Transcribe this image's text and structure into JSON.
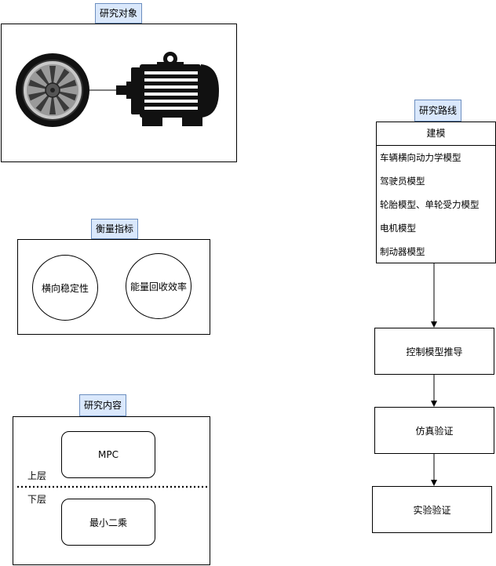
{
  "research_object": {
    "title": "研究对象"
  },
  "metrics": {
    "title": "衡量指标",
    "items": [
      "横向稳定性",
      "能量回收效率"
    ]
  },
  "research_content": {
    "title": "研究内容",
    "upper_label": "上层",
    "lower_label": "下层",
    "upper_method": "MPC",
    "lower_method": "最小二乘"
  },
  "research_route": {
    "title": "研究路线",
    "modeling": {
      "header": "建模",
      "items": [
        "车辆横向动力学模型",
        "驾驶员模型",
        "轮胎模型、单轮受力模型",
        "电机模型",
        "制动器模型"
      ]
    },
    "steps": [
      "控制模型推导",
      "仿真验证",
      "实验验证"
    ]
  },
  "colors": {
    "tag_fill": "#dae8fc",
    "tag_border": "#6c8ebf",
    "line": "#000000"
  }
}
